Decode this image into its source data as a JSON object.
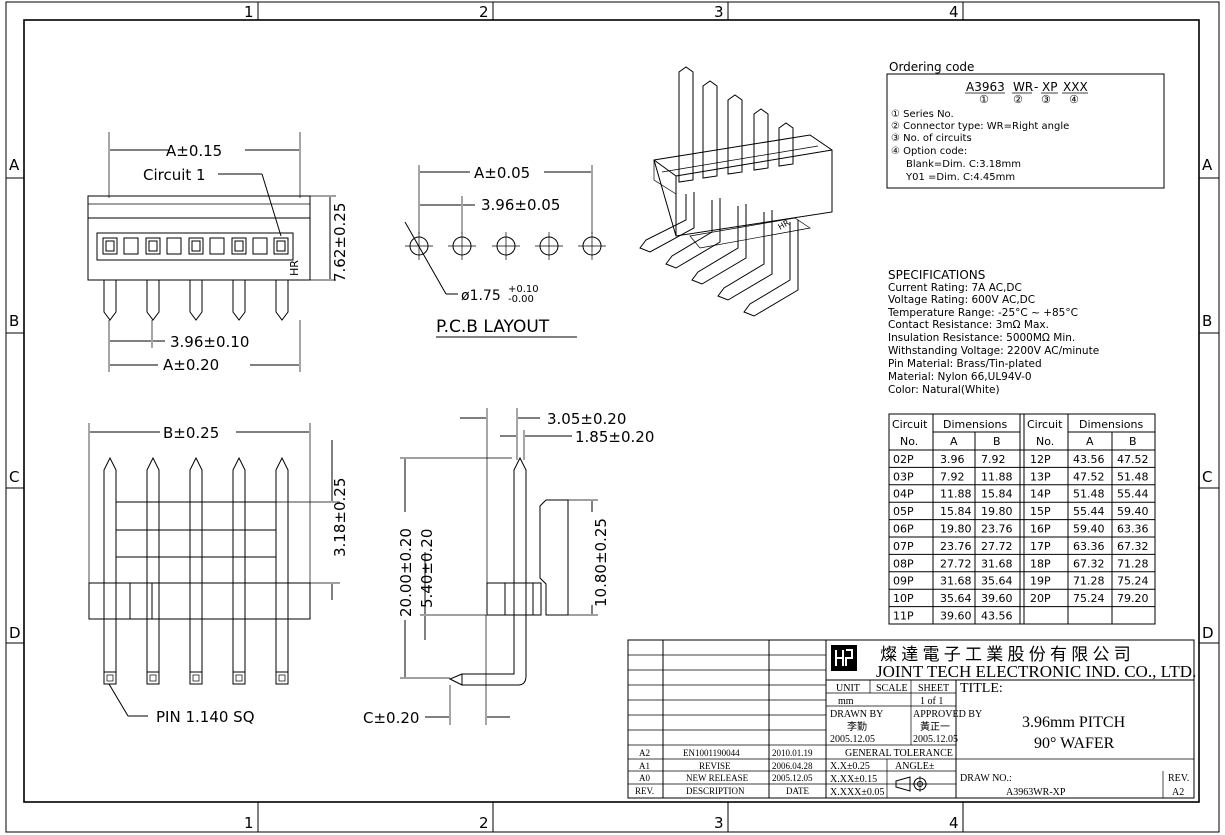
{
  "frame": {
    "zones_top": [
      "1",
      "2",
      "3",
      "4"
    ],
    "zones_side": [
      "A",
      "B",
      "C",
      "D"
    ]
  },
  "front_view": {
    "dim_a_top": "A±0.15",
    "circuit_label": "Circuit 1",
    "height_dim": "7.62±0.25",
    "pitch_dim": "3.96±0.10",
    "dim_a_bottom": "A±0.20",
    "hr_mark": "HR"
  },
  "pcb_layout": {
    "dim_a": "A±0.05",
    "pitch": "3.96±0.05",
    "hole_dia": "ø1.75",
    "hole_tol_plus": "+0.10",
    "hole_tol_minus": "-0.00",
    "title": "P.C.B LAYOUT"
  },
  "top_view": {
    "dim_b": "B±0.25",
    "dim_height": "3.18±0.25",
    "pin_note": "PIN 1.140 SQ"
  },
  "side_view": {
    "dim_1": "3.05±0.20",
    "dim_2": "1.85±0.20",
    "dim_3": "20.00±0.20",
    "dim_4": "5.40±0.20",
    "dim_5": "10.80±0.25",
    "dim_c": "C±0.20"
  },
  "ordering": {
    "title": "Ordering code",
    "code_parts": [
      "A3963",
      "WR",
      "-",
      "XP",
      "XXX"
    ],
    "code_nums": [
      "①",
      "②",
      "③",
      "④"
    ],
    "lines": [
      "① Series No.",
      "② Connector type: WR=Right angle",
      "③ No. of circuits",
      "④ Option code:",
      "Blank=Dim. C:3.18mm",
      "Y01 =Dim. C:4.45mm"
    ]
  },
  "specs": {
    "title": "SPECIFICATIONS",
    "lines": [
      "Current Rating: 7A AC,DC",
      "Voltage Rating: 600V AC,DC",
      "Temperature Range: -25°C ~ +85°C",
      "Contact Resistance: 3mΩ Max.",
      "Insulation Resistance: 5000MΩ Min.",
      "Withstanding Voltage: 2200V AC/minute",
      "Pin Material: Brass/Tin-plated",
      "Material: Nylon 66,UL94V-0",
      "Color: Natural(White)"
    ]
  },
  "dim_table": {
    "h_circuit": "Circuit",
    "h_no": "No.",
    "h_dims": "Dimensions",
    "h_a": "A",
    "h_b": "B",
    "left": [
      [
        "02P",
        "3.96",
        "7.92"
      ],
      [
        "03P",
        "7.92",
        "11.88"
      ],
      [
        "04P",
        "11.88",
        "15.84"
      ],
      [
        "05P",
        "15.84",
        "19.80"
      ],
      [
        "06P",
        "19.80",
        "23.76"
      ],
      [
        "07P",
        "23.76",
        "27.72"
      ],
      [
        "08P",
        "27.72",
        "31.68"
      ],
      [
        "09P",
        "31.68",
        "35.64"
      ],
      [
        "10P",
        "35.64",
        "39.60"
      ],
      [
        "11P",
        "39.60",
        "43.56"
      ]
    ],
    "right": [
      [
        "12P",
        "43.56",
        "47.52"
      ],
      [
        "13P",
        "47.52",
        "51.48"
      ],
      [
        "14P",
        "51.48",
        "55.44"
      ],
      [
        "15P",
        "55.44",
        "59.40"
      ],
      [
        "16P",
        "59.40",
        "63.36"
      ],
      [
        "17P",
        "63.36",
        "67.32"
      ],
      [
        "18P",
        "67.32",
        "71.28"
      ],
      [
        "19P",
        "71.28",
        "75.24"
      ],
      [
        "20P",
        "75.24",
        "79.20"
      ]
    ]
  },
  "title_block": {
    "company_cn": "燦 達 電 子 工 業 股 份 有 限 公 司",
    "company_en": "JOINT TECH ELECTRONIC IND. CO., LTD.",
    "unit_label": "UNIT",
    "unit_value": "mm",
    "scale_label": "SCALE",
    "sheet_label": "SHEET",
    "sheet_value": "1 of 1",
    "drawn_label": "DRAWN BY",
    "drawn_name": "李勤",
    "drawn_date": "2005.12.05",
    "approved_label": "APPROVED BY",
    "approved_name": "黃正一",
    "approved_date": "2005.12.05",
    "tol_title": "GENERAL TOLERANCE",
    "tol_1": "X.X±0.25",
    "tol_2": "X.XX±0.15",
    "tol_3": "X.XXX±0.05",
    "angle_label": "ANGLE±",
    "title_label": "TITLE:",
    "title_line1": "3.96mm PITCH",
    "title_line2": "90° WAFER",
    "drawno_label": "DRAW NO.:",
    "drawno_value": "A3963WR-XP",
    "rev_label": "REV.",
    "rev_value": "A2",
    "revisions": [
      [
        "A2",
        "EN1001190044",
        "2010.01.19"
      ],
      [
        "A1",
        "REVISE",
        "2006.04.28"
      ],
      [
        "A0",
        "NEW RELEASE",
        "2005.12.05"
      ]
    ],
    "rev_head": [
      "REV.",
      "DESCRIPTION",
      "DATE"
    ]
  }
}
